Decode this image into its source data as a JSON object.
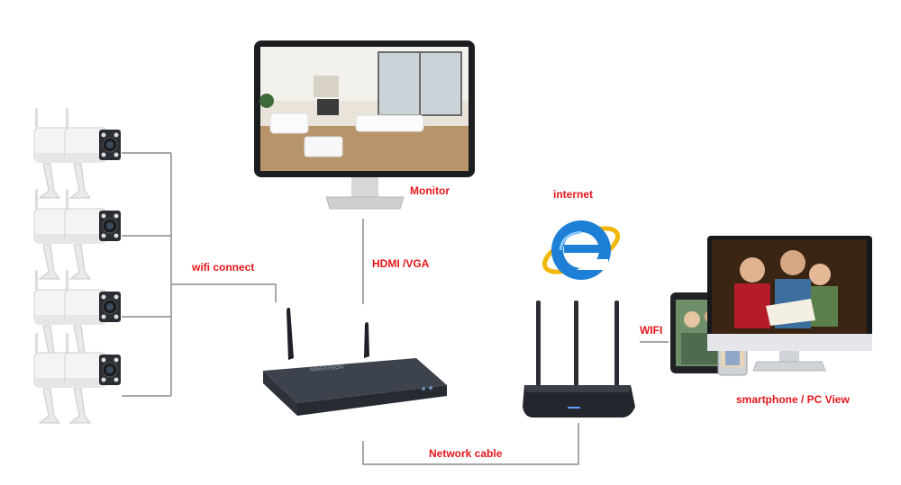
{
  "labels": {
    "wifi_connect": "wifi connect",
    "monitor": "Monitor",
    "hdmi_vga": "HDMI /VGA",
    "internet": "internet",
    "wifi": "WIFI",
    "network_cable": "Network cable",
    "smartphone_pc_view": "smartphone / PC View"
  },
  "nvr": {
    "brand": "NINGXISION"
  },
  "colors": {
    "label_red": "#e4161b",
    "line_gray": "#8a8a8a",
    "device_dark": "#2e3440",
    "camera_white": "#f3f3f3",
    "ie_blue": "#1e7fd6"
  },
  "icons": [
    "camera-icon",
    "monitor-icon",
    "nvr-icon",
    "router-icon",
    "internet-explorer-icon",
    "tablet-icon",
    "smartphone-icon",
    "pc-monitor-icon"
  ]
}
